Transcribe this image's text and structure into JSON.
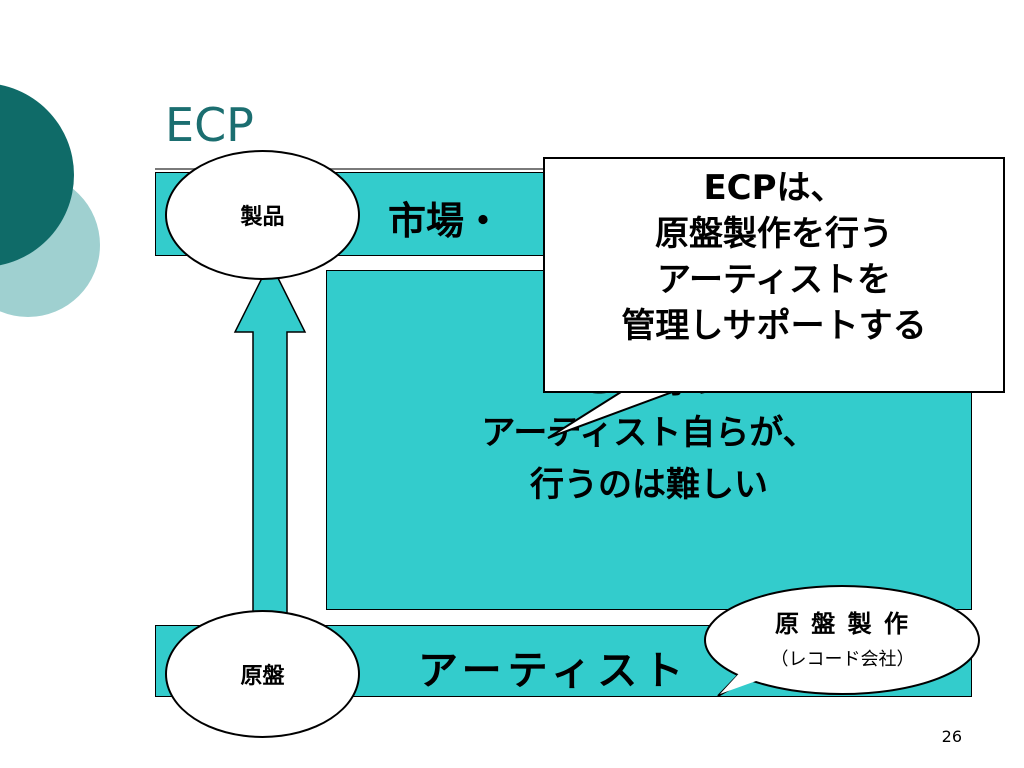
{
  "slide": {
    "title": "ECP",
    "page_number": "26",
    "top_bar_label": "市場・",
    "bottom_bar_label": "アーティスト",
    "product_ellipse": "製品",
    "master_ellipse": "原盤",
    "center_lines": [
      "この間の",
      "アーティスト自らが、",
      "行うのは難しい"
    ],
    "callout_lines": [
      "ECPは、",
      "原盤製作を行う",
      "アーティストを",
      "管理しサポートする"
    ],
    "bubble_line1": "原 盤 製 作",
    "bubble_line2": "（レコード会社）"
  },
  "colors": {
    "teal_dark": "#0f6b68",
    "teal_light": "#9fd0d0",
    "cyan": "#33cccc",
    "title": "#1b6e70"
  }
}
